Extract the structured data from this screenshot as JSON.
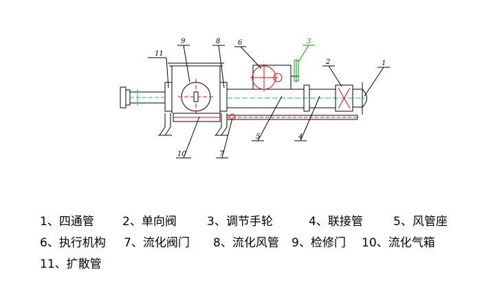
{
  "callouts": [
    "1",
    "2",
    "3",
    "4",
    "5",
    "6",
    "7",
    "8",
    "9",
    "10",
    "11"
  ],
  "legend": {
    "rows": [
      [
        "1、四通管",
        "2、单向阀",
        "3、调节手轮",
        "4、联接管",
        "5、风管座"
      ],
      [
        "6、执行机构",
        "7、流化阀门",
        "8、流化风管",
        "9、检修门",
        "10、流化气箱"
      ],
      [
        "11、扩散管"
      ]
    ]
  },
  "colors": {
    "line": "#000000",
    "highlight": "#ff0000",
    "cyan": "#00b4d0",
    "green": "#00a000"
  }
}
